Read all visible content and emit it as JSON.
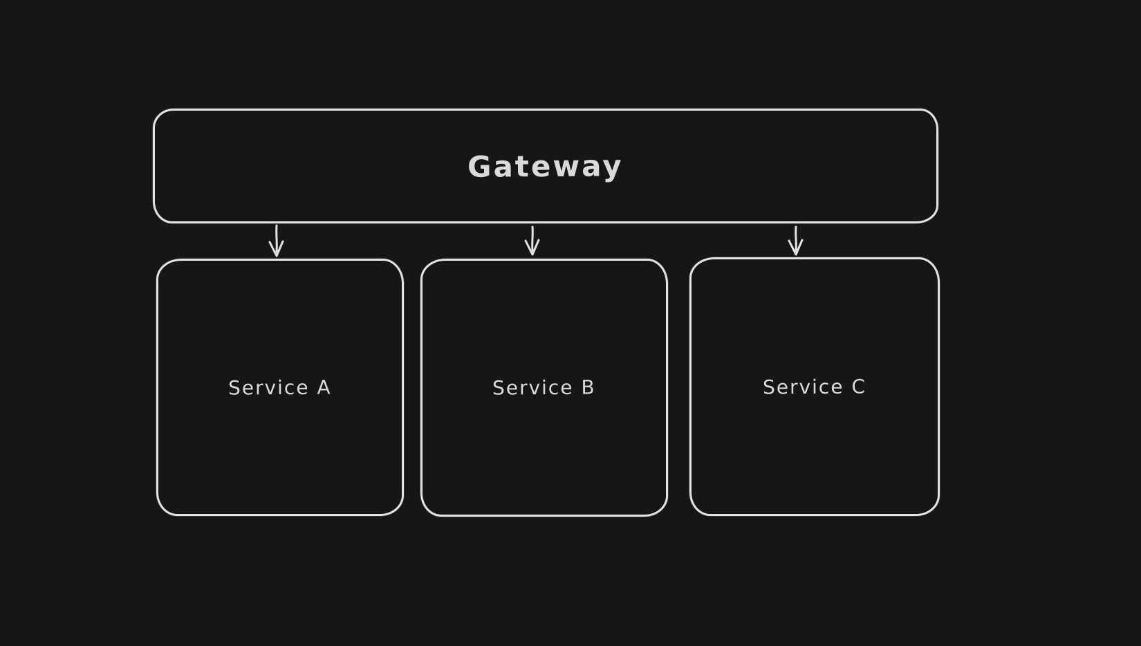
{
  "canvas": {
    "background_color": "#161616",
    "stroke_color": "#e3e3e3",
    "text_color": "#dadada"
  },
  "diagram": {
    "type": "flowchart",
    "style": "hand-drawn-whiteboard",
    "gateway": {
      "label": "Gateway"
    },
    "services": [
      {
        "label": "Service A"
      },
      {
        "label": "Service B"
      },
      {
        "label": "Service C"
      }
    ],
    "connections": [
      {
        "from": "Gateway",
        "to": "Service A"
      },
      {
        "from": "Gateway",
        "to": "Service B"
      },
      {
        "from": "Gateway",
        "to": "Service C"
      }
    ]
  }
}
